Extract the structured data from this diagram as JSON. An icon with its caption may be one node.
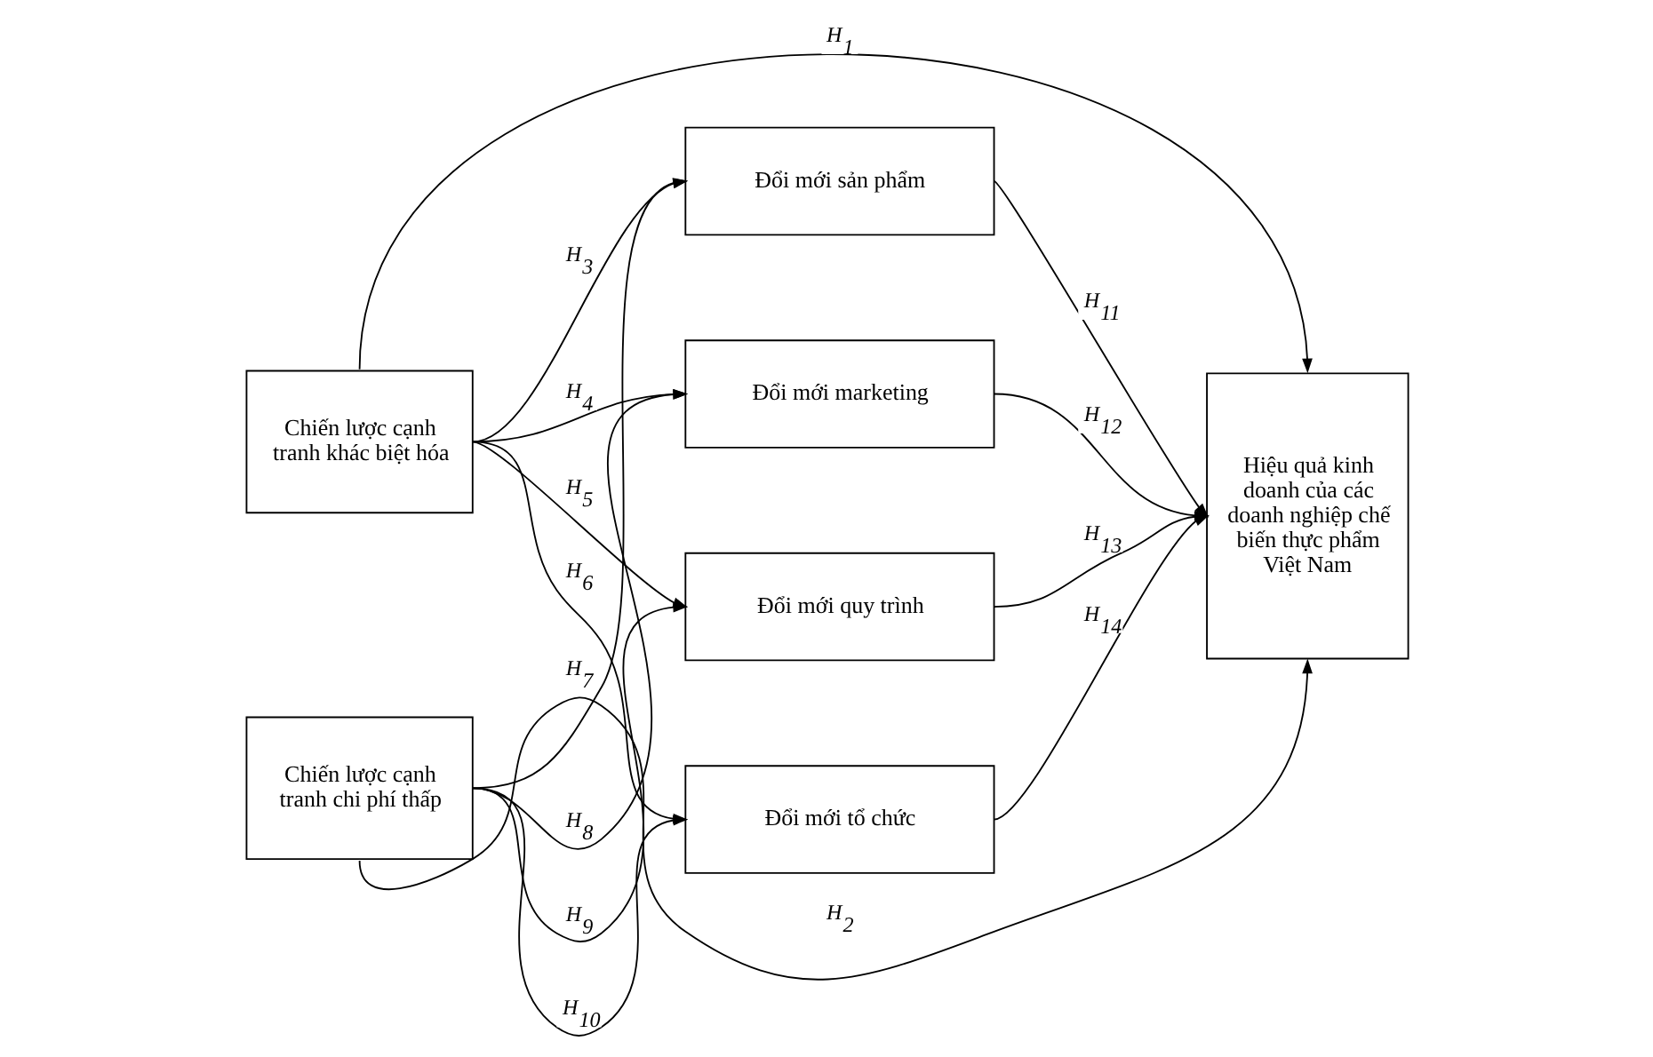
{
  "diagram": {
    "nodes": [
      {
        "text": [
          "Chiến lược cạnh tranh khác biệt hóa"
        ]
      },
      {
        "text": [
          "Đổi mới sản phẩm"
        ]
      },
      {
        "text": [
          "Đổi mới marketing"
        ]
      },
      {
        "text": [
          "Đổi mới quy trình"
        ]
      },
      {
        "text": [
          "Đổi mới tổ chức"
        ]
      },
      {
        "text": [
          "Chiến lược cạnh tranh chi phí thấp"
        ]
      },
      {
        "text": [
          "Hiệu quả kinh doanh của các doanh nghiệp chế biến thực phẩm Việt Nam"
        ]
      }
    ],
    "edges": [
      {
        "from": 0,
        "to": 6,
        "arrow": "to",
        "label": "H$_{1}$"
      },
      {
        "from": 5,
        "to": 6,
        "arrow": "to",
        "label": "H$_{2}$"
      },
      {
        "from": 0,
        "to": 1,
        "arrow": "to",
        "label": "H$_{3}$"
      },
      {
        "from": 0,
        "to": 2,
        "arrow": "to",
        "label": "H$_{4}$"
      },
      {
        "from": 0,
        "to": 3,
        "arrow": "to",
        "label": "H$_{5}$"
      },
      {
        "from": 0,
        "to": 4,
        "arrow": "to",
        "label": "H$_{6}$"
      },
      {
        "from": 5,
        "to": 1,
        "arrow": "to",
        "label": "H$_{7}$"
      },
      {
        "from": 5,
        "to": 2,
        "arrow": "to",
        "label": "H$_{8}$"
      },
      {
        "from": 5,
        "to": 3,
        "arrow": "to",
        "label": "H$_{9}$"
      },
      {
        "from": 5,
        "to": 4,
        "arrow": "to",
        "label": "H$_{10}$"
      },
      {
        "from": 1,
        "to": 6,
        "arrow": "to",
        "label": "H$_{11}$"
      },
      {
        "from": 2,
        "to": 6,
        "arrow": "to",
        "label": "H$_{12}$"
      },
      {
        "from": 3,
        "to": 6,
        "arrow": "to",
        "label": "H$_{13}$"
      },
      {
        "from": 4,
        "to": 6,
        "arrow": "to",
        "label": "H$_{14}$"
      }
    ]
  }
}
